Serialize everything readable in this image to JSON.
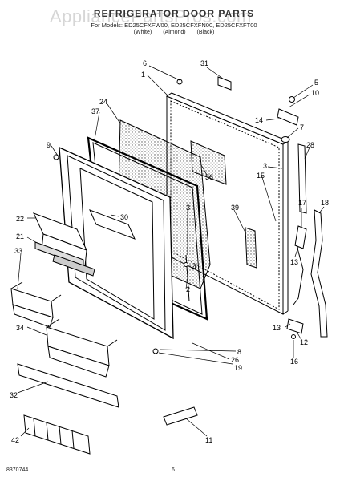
{
  "header": {
    "title": "REFRIGERATOR DOOR PARTS",
    "models": "For Models: ED25CFXFW00, ED25CFXFN00, ED25CFXFT00",
    "colors": [
      "(White)",
      "(Almond)",
      "(Black)"
    ]
  },
  "watermark": "AppliancePartsPros.com",
  "callouts": [
    {
      "id": "c6",
      "text": "6"
    },
    {
      "id": "c1",
      "text": "1"
    },
    {
      "id": "c31",
      "text": "31"
    },
    {
      "id": "c5",
      "text": "5"
    },
    {
      "id": "c10",
      "text": "10"
    },
    {
      "id": "c24",
      "text": "24"
    },
    {
      "id": "c37",
      "text": "37"
    },
    {
      "id": "c14",
      "text": "14"
    },
    {
      "id": "c7",
      "text": "7"
    },
    {
      "id": "c9",
      "text": "9"
    },
    {
      "id": "c28",
      "text": "28"
    },
    {
      "id": "c36",
      "text": "36"
    },
    {
      "id": "c3a",
      "text": "3"
    },
    {
      "id": "c15",
      "text": "15"
    },
    {
      "id": "c39",
      "text": "39"
    },
    {
      "id": "c17",
      "text": "17"
    },
    {
      "id": "c18",
      "text": "18"
    },
    {
      "id": "c22",
      "text": "22"
    },
    {
      "id": "c30",
      "text": "30"
    },
    {
      "id": "c3b",
      "text": "3"
    },
    {
      "id": "c21",
      "text": "21"
    },
    {
      "id": "c33",
      "text": "33"
    },
    {
      "id": "c13a",
      "text": "13"
    },
    {
      "id": "c4",
      "text": "4"
    },
    {
      "id": "c2",
      "text": "2"
    },
    {
      "id": "c13b",
      "text": "13"
    },
    {
      "id": "c34",
      "text": "34"
    },
    {
      "id": "c12",
      "text": "12"
    },
    {
      "id": "c8",
      "text": "8"
    },
    {
      "id": "c19",
      "text": "19"
    },
    {
      "id": "c26",
      "text": "26"
    },
    {
      "id": "c16",
      "text": "16"
    },
    {
      "id": "c32",
      "text": "32"
    },
    {
      "id": "c11",
      "text": "11"
    },
    {
      "id": "c42",
      "text": "42"
    }
  ],
  "footer": {
    "part_code": "8370744",
    "page_number": "6"
  }
}
